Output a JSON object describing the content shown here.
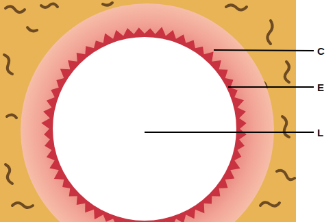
{
  "diagram": {
    "labels": [
      "C",
      "E",
      "L"
    ]
  }
}
